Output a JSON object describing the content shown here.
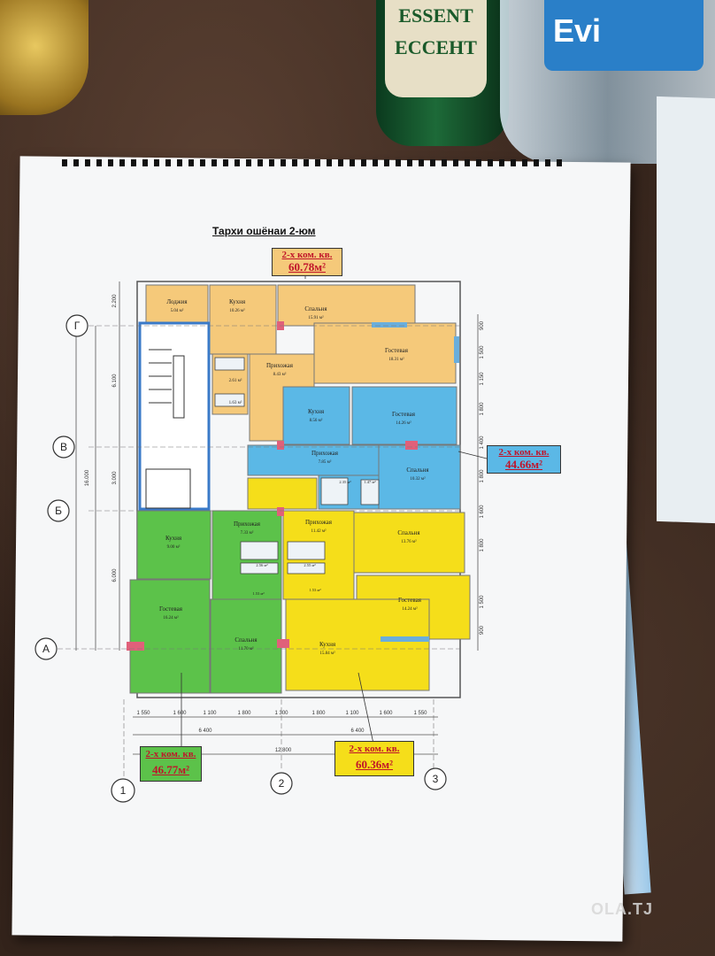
{
  "title": "Тархи ошёнаи 2-юм",
  "background_text": {
    "bottle_label": "ESSENT\nЕССЕНТ",
    "water_label": "Evi"
  },
  "apartments": {
    "top": {
      "line1": "2-х ком. кв.",
      "line2": "60.78м²",
      "color": "#f5c97a"
    },
    "blue": {
      "line1": "2-х ком. кв.",
      "line2": "44.66м²",
      "color": "#5bb8e6"
    },
    "green": {
      "line1": "2-х ком. кв.",
      "line2": "46.77м²",
      "color": "#5cc24a"
    },
    "yellow": {
      "line1": "2-х ком. кв.",
      "line2": "60.36м²",
      "color": "#f5de1a"
    }
  },
  "rooms": {
    "top_loggia": {
      "name": "Лоджия",
      "area": "5.04 м²"
    },
    "top_kitchen": {
      "name": "Кухня",
      "area": "10.26 м²"
    },
    "top_bedroom": {
      "name": "Спальня",
      "area": "15.91 м²"
    },
    "top_guest": {
      "name": "Гостевая",
      "area": "18.31 м²"
    },
    "top_hall": {
      "name": "Прихожая",
      "area": "8.43 м²"
    },
    "top_bath": {
      "area": "2.61 м²"
    },
    "top_wc": {
      "area": "1.63 м²"
    },
    "blue_kitchen": {
      "name": "Кухня",
      "area": "8.56 м²"
    },
    "blue_guest": {
      "name": "Гостевая",
      "area": "14.26 м²"
    },
    "blue_hall": {
      "name": "Прихожая",
      "area": "7.85 м²"
    },
    "blue_bedroom": {
      "name": "Спальня",
      "area": "10.32 м²"
    },
    "blue_bath": {
      "area": "2.35 м²"
    },
    "blue_wc": {
      "area": "1.47 м²"
    },
    "green_kitchen": {
      "name": "Кухня",
      "area": "9.00 м²"
    },
    "green_hall": {
      "name": "Прихожая",
      "area": "7.33 м²"
    },
    "green_guest": {
      "name": "Гостевая",
      "area": "16.24 м²"
    },
    "green_bedroom": {
      "name": "Спальня",
      "area": "11.70 м²"
    },
    "green_bath": {
      "area": "2.56 м²"
    },
    "green_wc": {
      "area": "1.53 м²"
    },
    "yellow_hall": {
      "name": "Прихожая",
      "area": "11.42 м²"
    },
    "yellow_bedroom": {
      "name": "Спальня",
      "area": "13.76 м²"
    },
    "yellow_guest": {
      "name": "Гостевая",
      "area": "14.24 м²"
    },
    "yellow_kitchen": {
      "name": "Кухня",
      "area": "15.84 м²"
    },
    "yellow_bath": {
      "area": "2.55 м²"
    },
    "yellow_wc": {
      "area": "1.53 м²"
    }
  },
  "axes": {
    "rows": [
      "Г",
      "В",
      "Б",
      "А"
    ],
    "cols": [
      "1",
      "2",
      "3"
    ]
  },
  "dimensions": {
    "bottom_segments": [
      "1 550",
      "1 600",
      "1 100",
      "1 800",
      "1 300",
      "1 800",
      "1 100",
      "1 600",
      "1 550"
    ],
    "bottom_half_left": "6 400",
    "bottom_half_right": "6 400",
    "bottom_total": "12 800",
    "left_segments": [
      "2.200",
      "6.100",
      "3.000",
      "6.000"
    ],
    "left_total": "16.000",
    "right_segments": [
      "900",
      "1 500",
      "1 150",
      "1 800",
      "1 400",
      "1 800",
      "1 600",
      "1 800",
      "1 500",
      "900"
    ]
  },
  "watermark": "OLA.TJ"
}
